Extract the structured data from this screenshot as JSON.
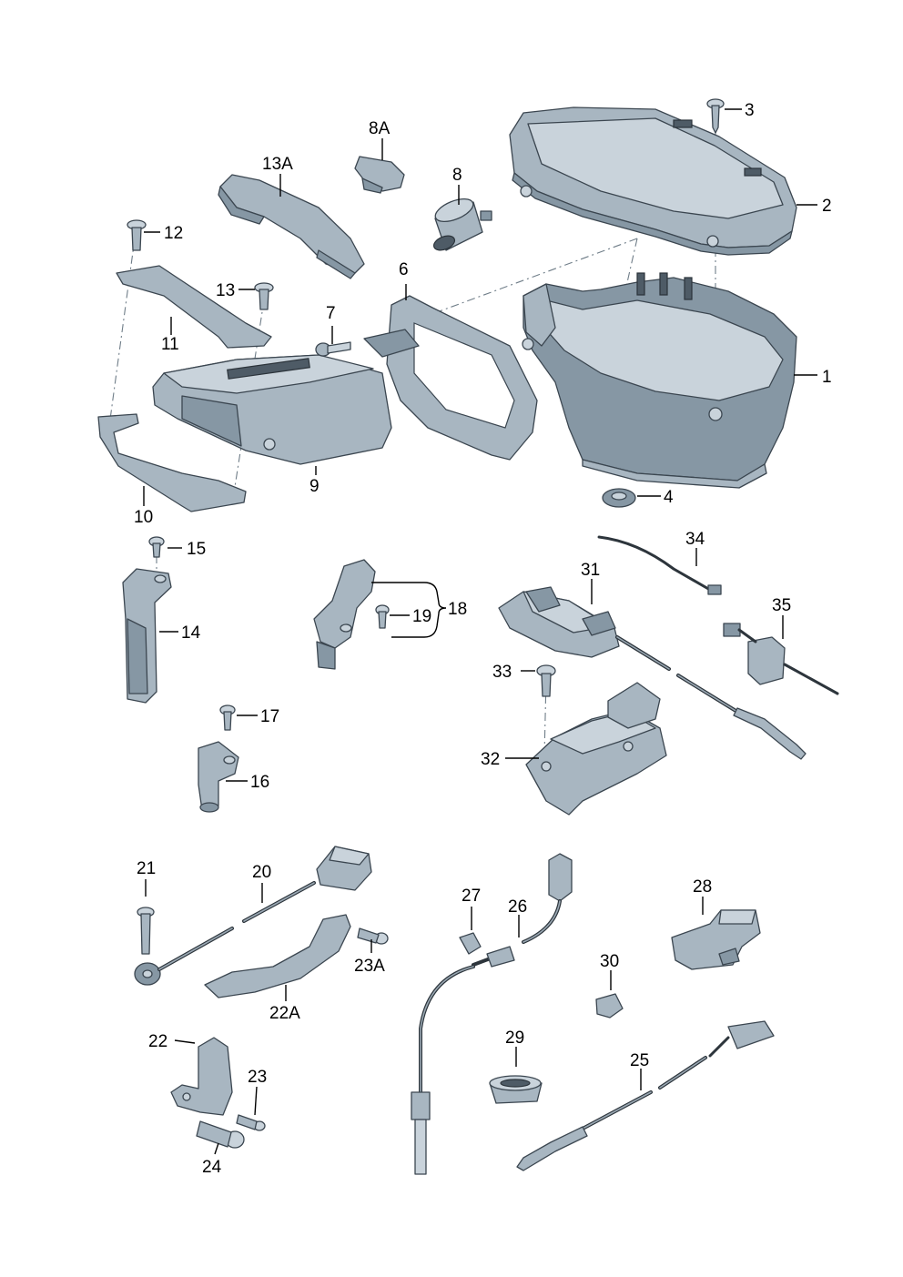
{
  "callouts": [
    {
      "id": "1",
      "label": "1"
    },
    {
      "id": "2",
      "label": "2"
    },
    {
      "id": "3",
      "label": "3"
    },
    {
      "id": "4",
      "label": "4"
    },
    {
      "id": "6",
      "label": "6"
    },
    {
      "id": "7",
      "label": "7"
    },
    {
      "id": "8",
      "label": "8"
    },
    {
      "id": "8A",
      "label": "8A"
    },
    {
      "id": "9",
      "label": "9"
    },
    {
      "id": "10",
      "label": "10"
    },
    {
      "id": "11",
      "label": "11"
    },
    {
      "id": "12",
      "label": "12"
    },
    {
      "id": "13",
      "label": "13"
    },
    {
      "id": "13A",
      "label": "13A"
    },
    {
      "id": "14",
      "label": "14"
    },
    {
      "id": "15",
      "label": "15"
    },
    {
      "id": "16",
      "label": "16"
    },
    {
      "id": "17",
      "label": "17"
    },
    {
      "id": "18",
      "label": "18"
    },
    {
      "id": "19",
      "label": "19"
    },
    {
      "id": "20",
      "label": "20"
    },
    {
      "id": "21",
      "label": "21"
    },
    {
      "id": "22",
      "label": "22"
    },
    {
      "id": "22A",
      "label": "22A"
    },
    {
      "id": "23",
      "label": "23"
    },
    {
      "id": "23A",
      "label": "23A"
    },
    {
      "id": "24",
      "label": "24"
    },
    {
      "id": "25",
      "label": "25"
    },
    {
      "id": "26",
      "label": "26"
    },
    {
      "id": "27",
      "label": "27"
    },
    {
      "id": "28",
      "label": "28"
    },
    {
      "id": "29",
      "label": "29"
    },
    {
      "id": "30",
      "label": "30"
    },
    {
      "id": "31",
      "label": "31"
    },
    {
      "id": "32",
      "label": "32"
    },
    {
      "id": "33",
      "label": "33"
    },
    {
      "id": "34",
      "label": "34"
    },
    {
      "id": "35",
      "label": "35"
    }
  ]
}
